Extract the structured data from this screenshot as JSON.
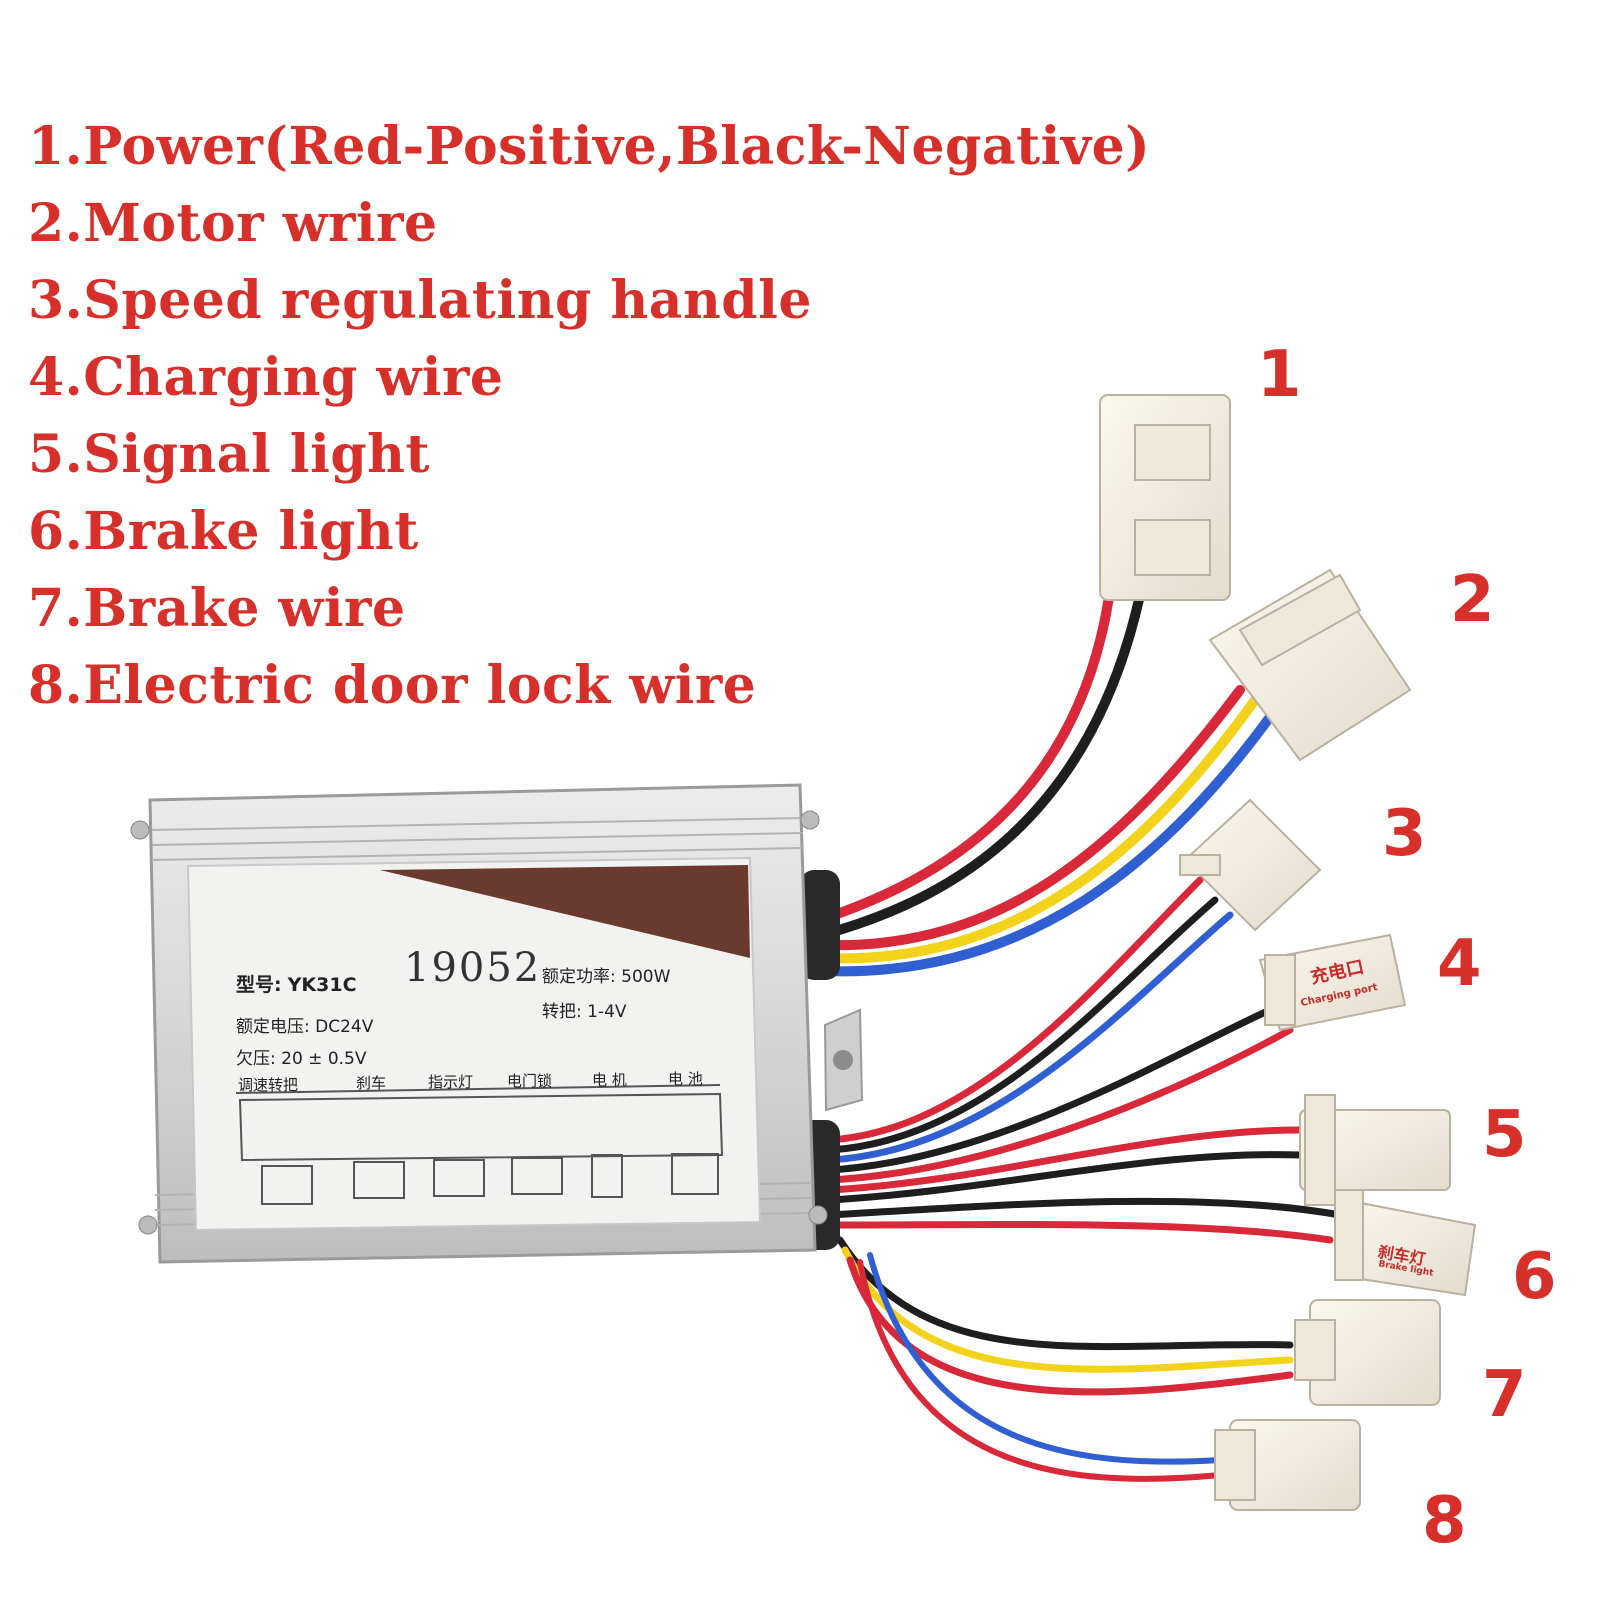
{
  "legend": [
    "1.Power(Red-Positive,Black-Negative)",
    "2.Motor wrire",
    "3.Speed regulating handle",
    "4.Charging wire",
    "5.Signal light",
    "6.Brake light",
    "7.Brake wire",
    "8.Electric door lock wire"
  ],
  "callouts": [
    "1",
    "2",
    "3",
    "4",
    "5",
    "6",
    "7",
    "8"
  ],
  "label": {
    "model_label": "型号:",
    "model_value": "YK31C",
    "handwritten": "19052",
    "rated_power": "额定功率: 500W",
    "rated_voltage": "额定电压: DC24V",
    "throttle": "转把: 1-4V",
    "undervoltage": "欠压: 20 ± 0.5V",
    "ports": [
      "调速转把",
      "刹车",
      "指示灯",
      "电门锁",
      "电 机",
      "电 池"
    ]
  },
  "connector_tags": {
    "charging_cn": "充电口",
    "charging_en": "Charging port",
    "brake_cn": "刹车灯",
    "brake_en": "Brake light"
  },
  "colors": {
    "accent": "#d7302b",
    "wire_red": "#d8283a",
    "wire_black": "#1e1e1e",
    "wire_yellow": "#f2d21b",
    "wire_blue": "#2f5fd0",
    "housing": "#dcdcdc",
    "connector": "#f3eee2"
  }
}
